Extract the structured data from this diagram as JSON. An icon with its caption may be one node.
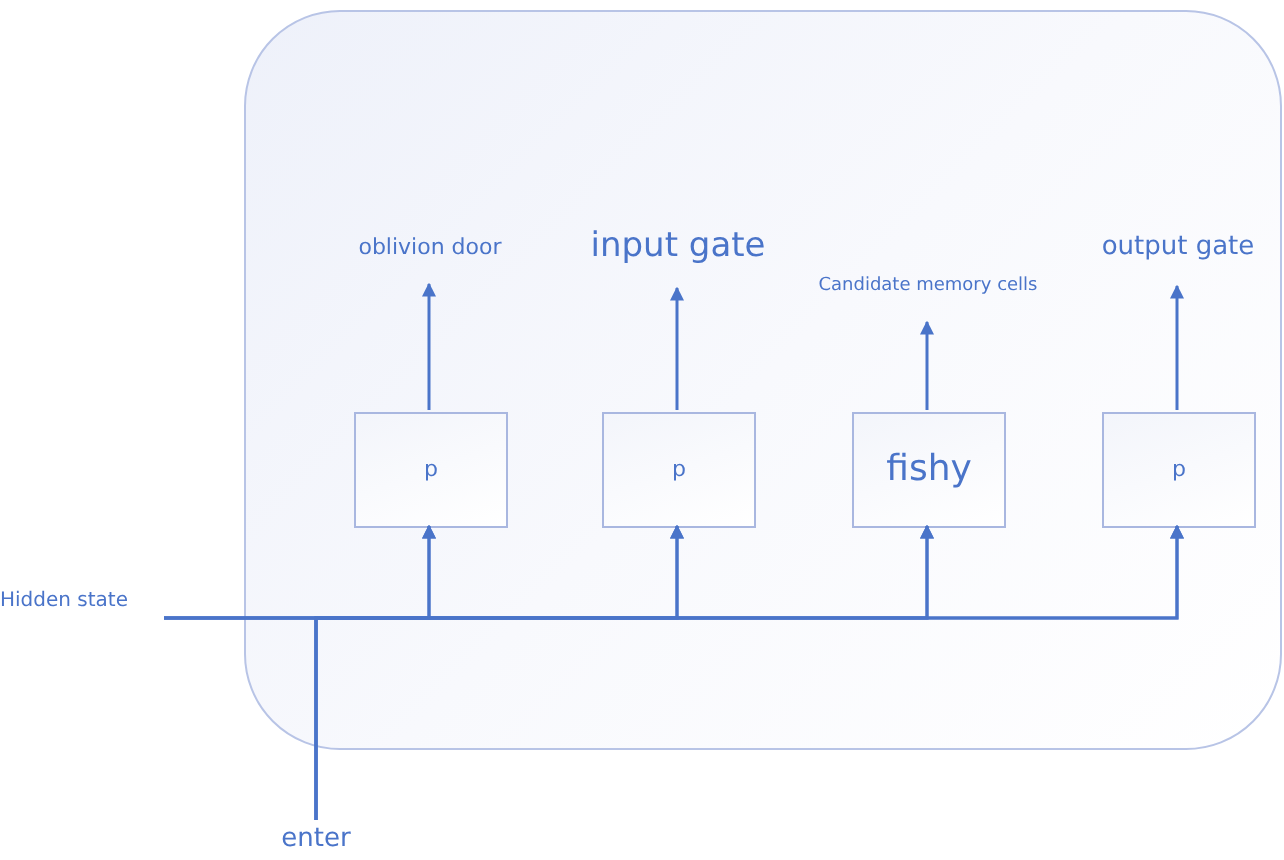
{
  "diagram": {
    "nodes": [
      {
        "text": [],
        "shape": "box"
      },
      {
        "text": [
          "p"
        ],
        "in": 0
      },
      {
        "text": [
          "p"
        ],
        "in": 0
      },
      {
        "text": [
          "fishy"
        ],
        "in": 0
      },
      {
        "text": [
          "p"
        ],
        "in": 0
      },
      {
        "text": [
          "oblivion door"
        ],
        "in": 0
      },
      {
        "text": [
          "input gate"
        ],
        "in": 0
      },
      {
        "text": [
          "Candidate memory cells"
        ],
        "in": 0
      },
      {
        "text": [
          "output gate"
        ],
        "in": 0
      },
      {
        "text": [
          "Hidden state"
        ]
      },
      {
        "text": [
          "enter"
        ]
      }
    ],
    "edges": [
      {
        "from": 1,
        "to": 5,
        "arrow": "to"
      },
      {
        "from": 2,
        "to": 6,
        "arrow": "to"
      },
      {
        "from": 3,
        "to": 7,
        "arrow": "to"
      },
      {
        "from": 4,
        "to": 8,
        "arrow": "to"
      },
      {
        "from": 9,
        "to": 1,
        "arrow": "to"
      },
      {
        "from": 9,
        "to": 2,
        "arrow": "to"
      },
      {
        "from": 9,
        "to": 3,
        "arrow": "to"
      },
      {
        "from": 9,
        "to": 4,
        "arrow": "to"
      },
      {
        "from": 10,
        "to": 1,
        "arrow": "to"
      },
      {
        "from": 10,
        "to": 2,
        "arrow": "to"
      },
      {
        "from": 10,
        "to": 3,
        "arrow": "to"
      },
      {
        "from": 10,
        "to": 4,
        "arrow": "to"
      }
    ]
  }
}
